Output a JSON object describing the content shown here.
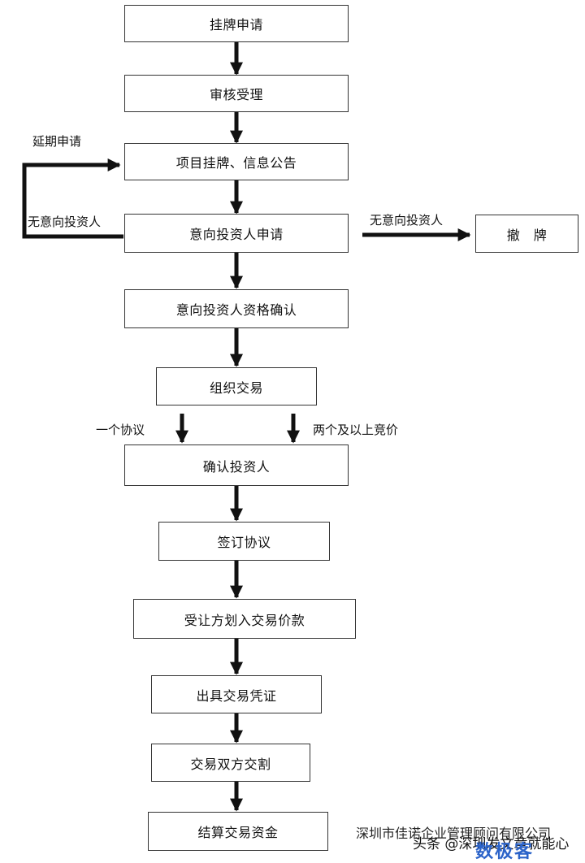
{
  "flow": {
    "nodes": [
      "挂牌申请",
      "审核受理",
      "项目挂牌、信息公告",
      "意向投资人申请",
      "意向投资人资格确认",
      "组织交易",
      "确认投资人",
      "签订协议",
      "受让方划入交易价款",
      "出具交易凭证",
      "交易双方交割",
      "结算交易资金"
    ],
    "side_node": "撤　牌",
    "labels": {
      "extend": "延期申请",
      "no_investor_left": "无意向投资人",
      "no_investor_right": "无意向投资人",
      "one_agreement": "一个协议",
      "two_or_more_bid": "两个及以上竞价"
    }
  },
  "watermark": {
    "company": "深圳市佳诺企业管理顾问有限公司",
    "toutiao": "头条 @深圳发文章就能心",
    "logo": "数极客"
  },
  "colors": {
    "line": "#111111",
    "border": "#333333",
    "logo": "#2b63c9"
  }
}
